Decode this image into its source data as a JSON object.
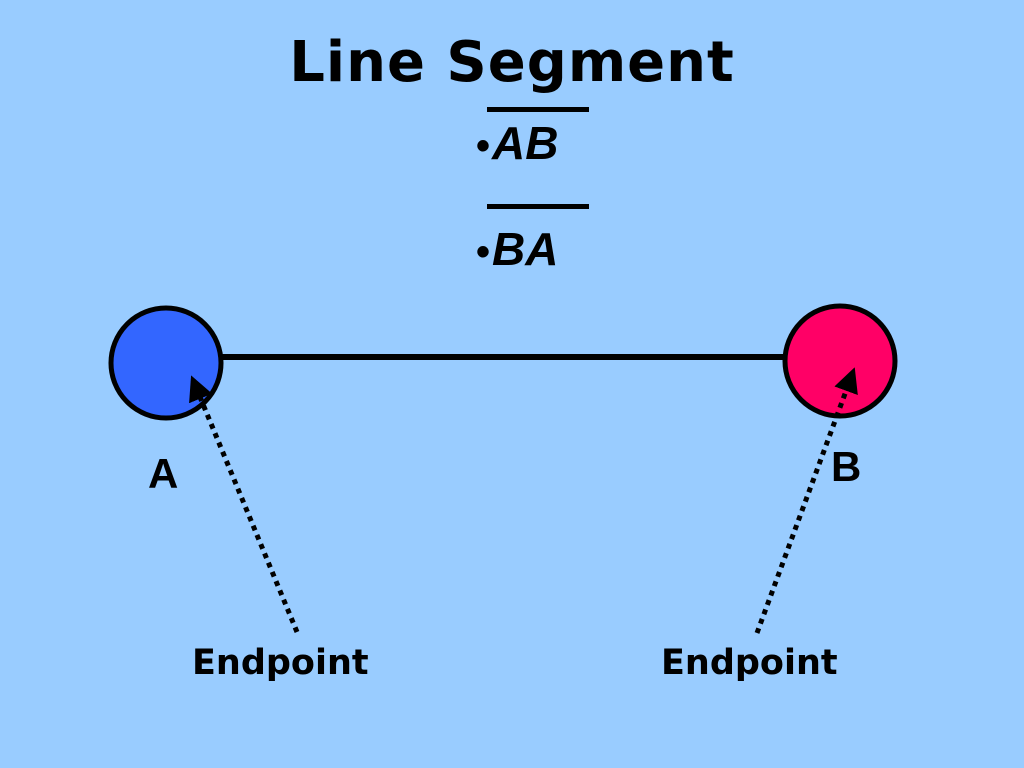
{
  "slide": {
    "background_color": "#99CCFF",
    "title": "Line Segment",
    "notations": [
      {
        "bullet": "•",
        "segment": "AB"
      },
      {
        "bullet": "•",
        "segment": "BA"
      }
    ]
  },
  "diagram": {
    "segment_color": "#000000",
    "points": [
      {
        "label": "A",
        "fill": "#3366FF",
        "callout": "Endpoint"
      },
      {
        "label": "B",
        "fill": "#FF0066",
        "callout": "Endpoint"
      }
    ]
  }
}
